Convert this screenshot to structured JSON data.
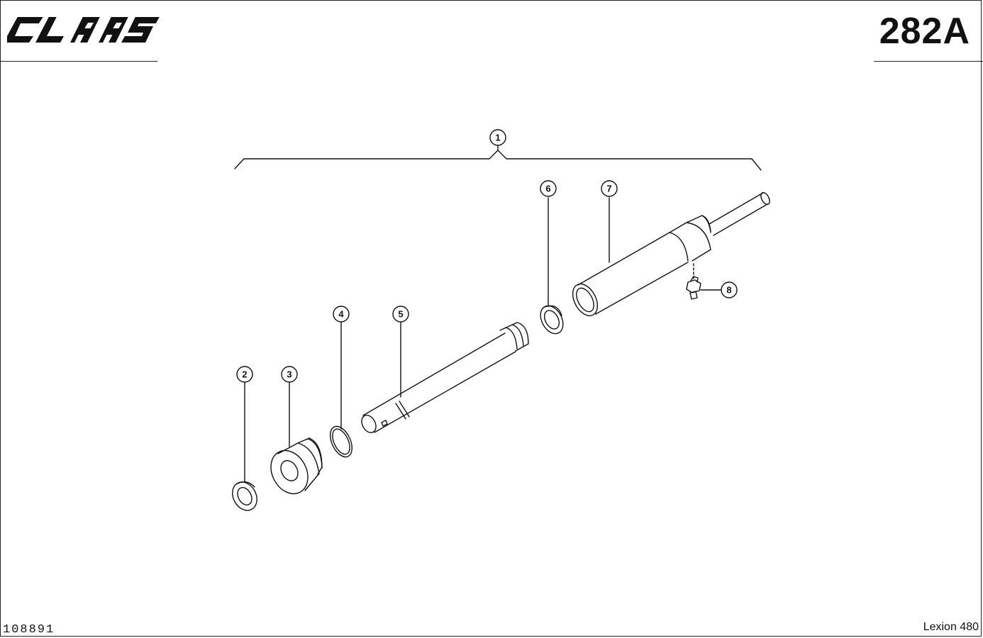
{
  "header": {
    "brand": "CLAAS",
    "page_code": "282A"
  },
  "footer": {
    "drawing_number": "108891",
    "model": "Lexion 480"
  },
  "callouts": [
    "1",
    "2",
    "3",
    "4",
    "5",
    "6",
    "7",
    "8"
  ],
  "colors": {
    "line": "#111111",
    "paper": "#ffffff"
  }
}
